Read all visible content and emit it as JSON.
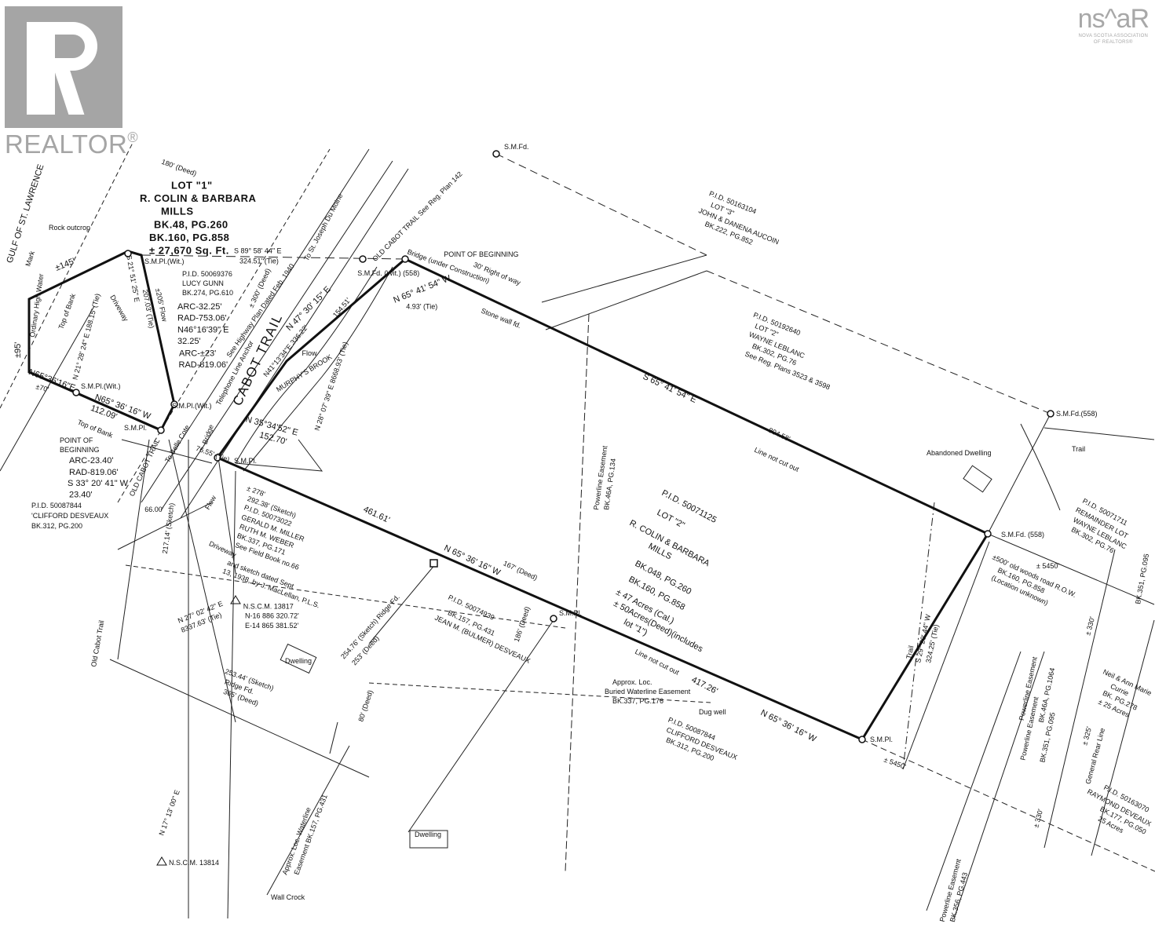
{
  "logos": {
    "realtor": "REALTOR",
    "realtor_mark": "®",
    "nsar": "ns^aR",
    "nsar_sub1": "NOVA SCOTIA ASSOCIATION",
    "nsar_sub2": "OF REALTORS®"
  },
  "map": {
    "labels": [
      "LOT \"1\"",
      "R. COLIN & BARBARA",
      "MILLS",
      "BK.48, PG.260",
      "BK.160, PG.858",
      "± 27,670 Sq. Ft.",
      "180' (Deed)",
      "GULF OF ST. LAWRENCE",
      "Rock outcrop",
      "±145'",
      "Mark",
      "S.M.Pl.(Wit.)",
      "S 89° 58' 44\" E",
      "324.51' (Tie)",
      "P.I.D. 50069376",
      "LUCY  GUNN",
      "BK.274, PG.610",
      "ARC-32.25'",
      "RAD-753.06'",
      "N46°16'39\" E",
      "32.25'",
      "ARC-±23'",
      "RAD-819.06'",
      "±205' Flow",
      "S 21° 51' 25\" E",
      "207.03' (Tie)",
      "N 21° 28' 24\" E  188.15' (Tie)",
      "Driveway",
      "Top of Bank",
      "Ordinary High Water",
      "±95'",
      "N65°36'16\"E",
      "±70'",
      "S.M.Pl.(Wit.)",
      "N65° 36' 16\" W",
      "112.09'",
      "Top of Bank",
      "S.M.Pl.",
      "POINT OF",
      "BEGINNING",
      "ARC-23.40'",
      "RAD-819.06'",
      "S 33° 20' 41\" W",
      "23.40'",
      "OLD CABOT TRAIL",
      "To Belle Cote",
      "S.M.Pl.(Wit.)",
      "76.55' (Tie)",
      "CABOT  TRAIL",
      "± 300' (Deed)",
      "To St. Joseph Du Moine",
      "See Highway Plan Dated Feb. 1940",
      "Telephone Line Anchor",
      "Bridge",
      "N 47° 30' 15\" E",
      "154.51'",
      "N41°13'34\"E  336.22'",
      "MURPHY'S  BROOK",
      "Flow",
      "N 28° 07' 39\" E  8668.93' (Tie)",
      "N 35°34'52\" E",
      "152.70'",
      "S.M.Pl.",
      "± 278'",
      "S.M.Fd. (Wit.) (558)",
      "OLD CABOT TRAIL See Reg. Plan 142",
      "Bridge (under Construction)",
      "POINT OF BEGINNING",
      "N 65° 41' 54\" W",
      "4.93' (Tie)",
      "30' Right of way",
      "Stone wall fd.",
      "S.M.Fd.",
      "P.I.D. 50163104",
      "LOT \"3\"",
      "JOHN & DANENA AUCOIN",
      "BK.222, PG.852",
      "P.I.D. 50192640",
      "LOT \"2\"",
      "WAYNE LEBLANC",
      "BK.302, PG.76",
      "See Reg. Plans 3523 & 3598",
      "S 65° 41' 54\" E",
      "804.58'",
      "Line not cut out",
      "Powerline Easement",
      "BK.46A, PG.134",
      "Abandoned Dwelling",
      "S.M.Fd.(558)",
      "Trail",
      "P.I.D. 50071711",
      "REMAINDER LOT",
      "WAYNE LEBLANC",
      "BK.302, PG.76",
      "S.M.Fd. (558)",
      "± 5450'",
      "±500' old woods road R.O.W.",
      "BK.160, PG.858",
      "(Location unknown)",
      "BK.351, PG.095",
      "P.I.D. 50071125",
      "LOT \"2\"",
      "R. COLIN & BARBARA",
      "MILLS",
      "BK.048, PG.260",
      "BK.160, PG.858",
      "± 47 Acres (Cal.)",
      "± 50Acres(Deed)(includes",
      "lot \"1\")",
      "292.38' (Sketch)",
      "P.I.D. 50073022",
      "GERALD M. MILLER",
      "RUTH M. WEBER",
      "BK.337, PG.171",
      "See Field Book no.66",
      "and sketch dated Sept",
      "13, 1938, by J. MacLellan, P.L.S.",
      "461.61'",
      "N 65° 36' 16\" W",
      "167' (Deed)",
      "Driveway",
      "Flow",
      "66.00'",
      "217.14' (Sketch)",
      "N 27° 02' 42\" E",
      "8337.63' (Tie)",
      "N.S.C.M. 13817",
      "N-16 886 320.72'",
      "E-14 865 381.52'",
      "Dwelling",
      "254.76' (Sketch)  Ridge Fd.",
      "253' (Deed)",
      "P.I.D. 50074939",
      "JEAN M. (BULMER) DESVEAUX",
      "BK.157, PG.431",
      "186' (Deed)",
      "S.M.Pl.",
      "Line not cut out",
      "417.26'",
      "N 65° 36' 16\" W",
      "Approx. Loc.",
      "Buried Waterline Easement",
      "BK.337, PG.176",
      "Dug well",
      "P.I.D. 50087844",
      "CLIFFORD DESVEAUX",
      "BK.312, PG.200",
      "S 29° 20' 44\" W",
      "324.25' (Tie)",
      "Trail",
      "S.M.Pl.",
      "± 5450'",
      "Powerline Easement",
      "BK.46A, PG.1064",
      "Powerline Easement",
      "BK.351, PG.095",
      "± 330'",
      "Neil & Ann Marie",
      "Currie",
      "BK.      PG.278",
      "± 25 Acres",
      "General  Rear  Line",
      "± 325'",
      "P.I.D. 50163070",
      "RAYMOND DEVEAUX",
      "BK.177, PG.050",
      "25 Acres",
      "± 330'",
      "Powerline Easement",
      "BK.356, PG.443",
      "Dwelling",
      "N.S.C.M. 13814",
      "N 17° 13' 00\" E",
      "Approx. Loc. Waterline",
      "Easement BK.157, PG.431",
      "Wall Crock",
      "80' (Deed)",
      "365' (Deed)",
      "253.44' (Sketch)",
      "Ridge Fd.",
      "Old Cabot Trail",
      "P.I.D. 50087844",
      "'CLIFFORD DESVEAUX",
      "BK.312, PG.200"
    ]
  }
}
